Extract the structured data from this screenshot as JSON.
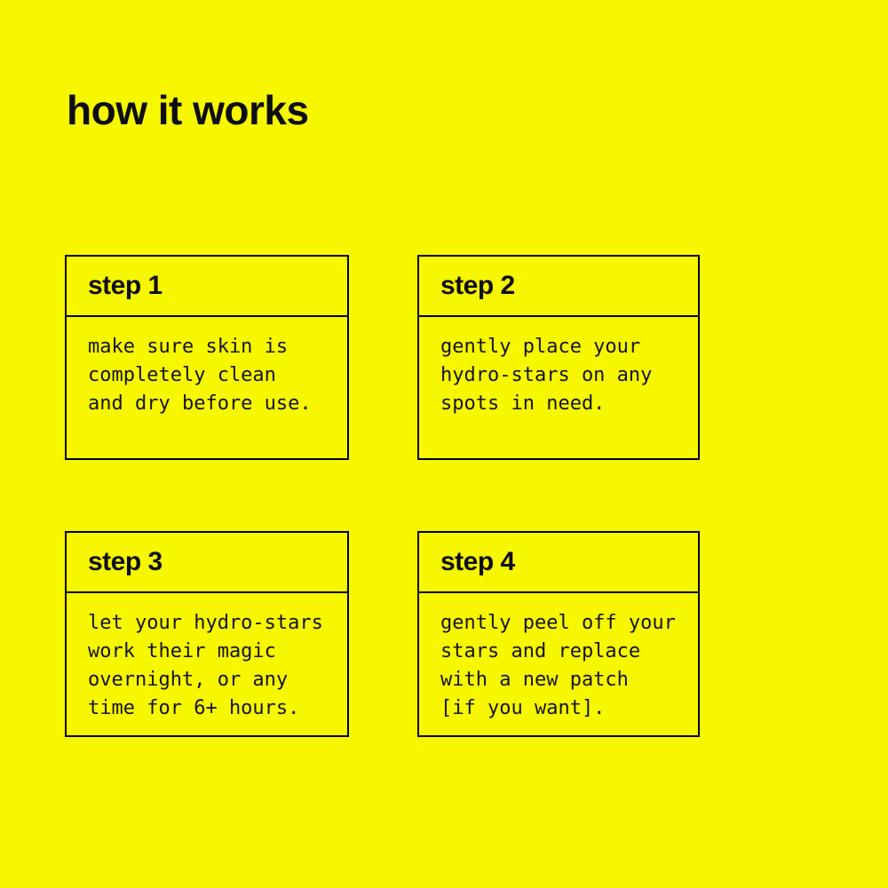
{
  "title": "how it works",
  "steps": [
    {
      "title": "step 1",
      "body": "make sure skin is\ncompletely clean\nand dry before use."
    },
    {
      "title": "step 2",
      "body": "gently place your\nhydro-stars on any\nspots in need."
    },
    {
      "title": "step 3",
      "body": "let your hydro-stars\nwork their magic\novernight, or any\ntime for 6+ hours."
    },
    {
      "title": "step 4",
      "body": "gently peel off your\nstars and replace\nwith a new patch\n[if you want]."
    }
  ],
  "theme": {
    "background": "#F7F700",
    "text": "#0E0E0E",
    "border": "#000000"
  }
}
